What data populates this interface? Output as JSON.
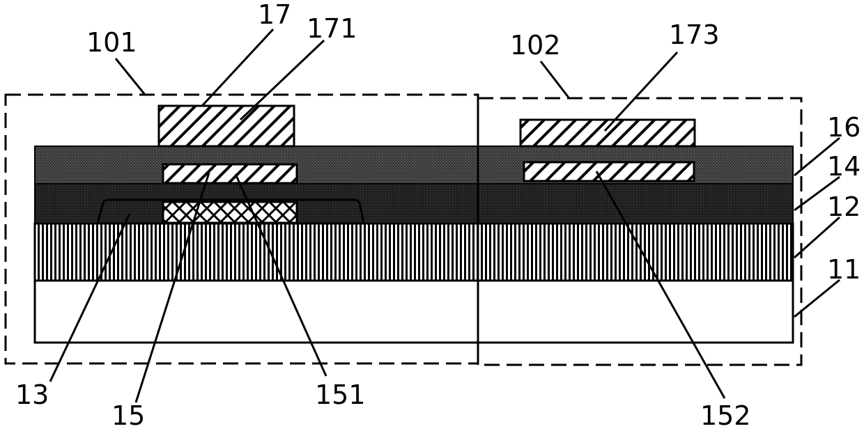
{
  "regions": {
    "left": {
      "label": "101"
    },
    "right": {
      "label": "102"
    }
  },
  "layers": {
    "substrate": {
      "label": "11"
    },
    "buffer": {
      "label": "12"
    },
    "active": {
      "label": "13"
    },
    "gate_insulator": {
      "label": "14"
    },
    "interlayer": {
      "label": "16"
    }
  },
  "parts": {
    "bottom_block": {
      "label": "15"
    },
    "mid_plate_left": {
      "label": "151"
    },
    "mid_plate_right": {
      "label": "152"
    },
    "top_block_left": {
      "label": "17"
    },
    "top_block_left_alt": {
      "label": "171"
    },
    "top_block_right": {
      "label": "173"
    }
  }
}
